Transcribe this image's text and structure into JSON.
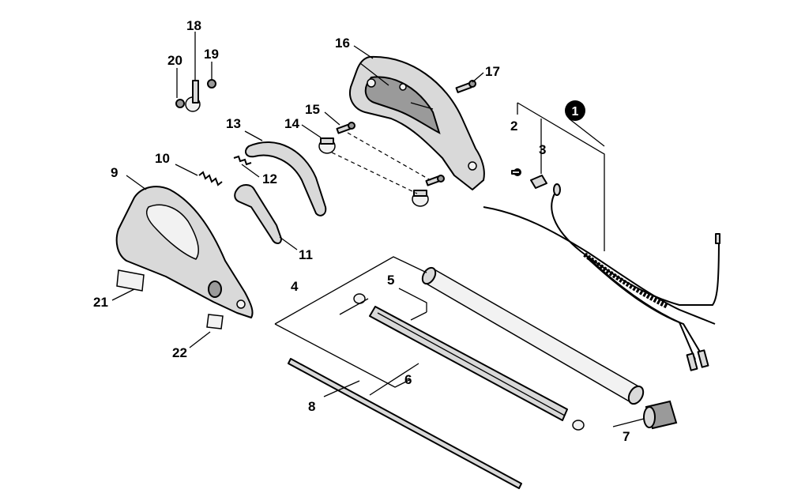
{
  "labels": {
    "p1": "1",
    "p2": "2",
    "p3": "3",
    "p4": "4",
    "p5": "5",
    "p6": "6",
    "p7": "7",
    "p8": "8",
    "p9": "9",
    "p10": "10",
    "p11": "11",
    "p12": "12",
    "p13": "13",
    "p14": "14",
    "p15": "15",
    "p16": "16",
    "p17": "17",
    "p18": "18",
    "p19": "19",
    "p20": "20",
    "p21": "21",
    "p22": "22"
  },
  "colors": {
    "line": "#000000",
    "part_fill": "#d9d9d9",
    "background": "#ffffff"
  }
}
